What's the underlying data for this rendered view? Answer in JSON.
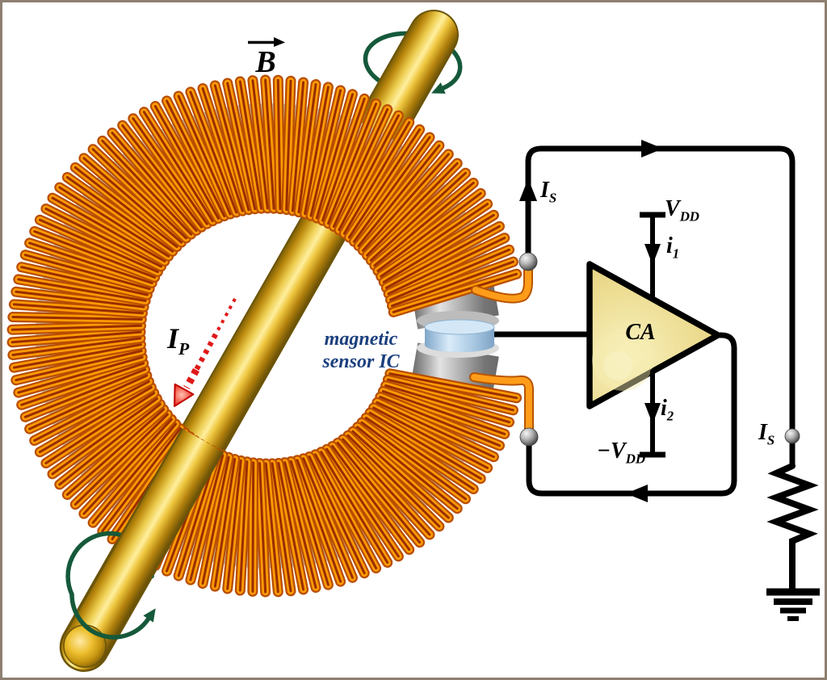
{
  "labels": {
    "b_field": {
      "text": "B"
    },
    "primary_current": {
      "main": "I",
      "sub": "P"
    },
    "sensor": {
      "line1": "magnetic",
      "line2": "sensor IC"
    },
    "secondary_current_top": {
      "main": "I",
      "sub": "S"
    },
    "supply_positive": {
      "main": "V",
      "sub": "DD"
    },
    "current_i1": {
      "main": "i",
      "sub": "1"
    },
    "amplifier": {
      "text": "CA"
    },
    "current_i2": {
      "main": "i",
      "sub": "2"
    },
    "supply_negative": {
      "main": "−V",
      "sub": "DD"
    },
    "secondary_current_right": {
      "main": "I",
      "sub": "S"
    }
  },
  "colors": {
    "background": "#ffffff",
    "border": "#8d7f6f",
    "wire_black": "#000000",
    "coil_dark": "#b84d00",
    "coil_bright": "#ff9b05",
    "coil_stripe": "#992e00",
    "core_light": "#c7c7c7",
    "core_mid": "#8b8b8b",
    "rod_outline": "#6b5409",
    "rod_gold": "#e8b62a",
    "amp_fill": "#e9d78b",
    "sensor_blue": "#aac8e4",
    "rotation_green": "#15593a",
    "current_red": "#e01818",
    "sensor_text_blue": "#1b3f7e"
  },
  "geometry": {
    "winding_count": 118
  }
}
